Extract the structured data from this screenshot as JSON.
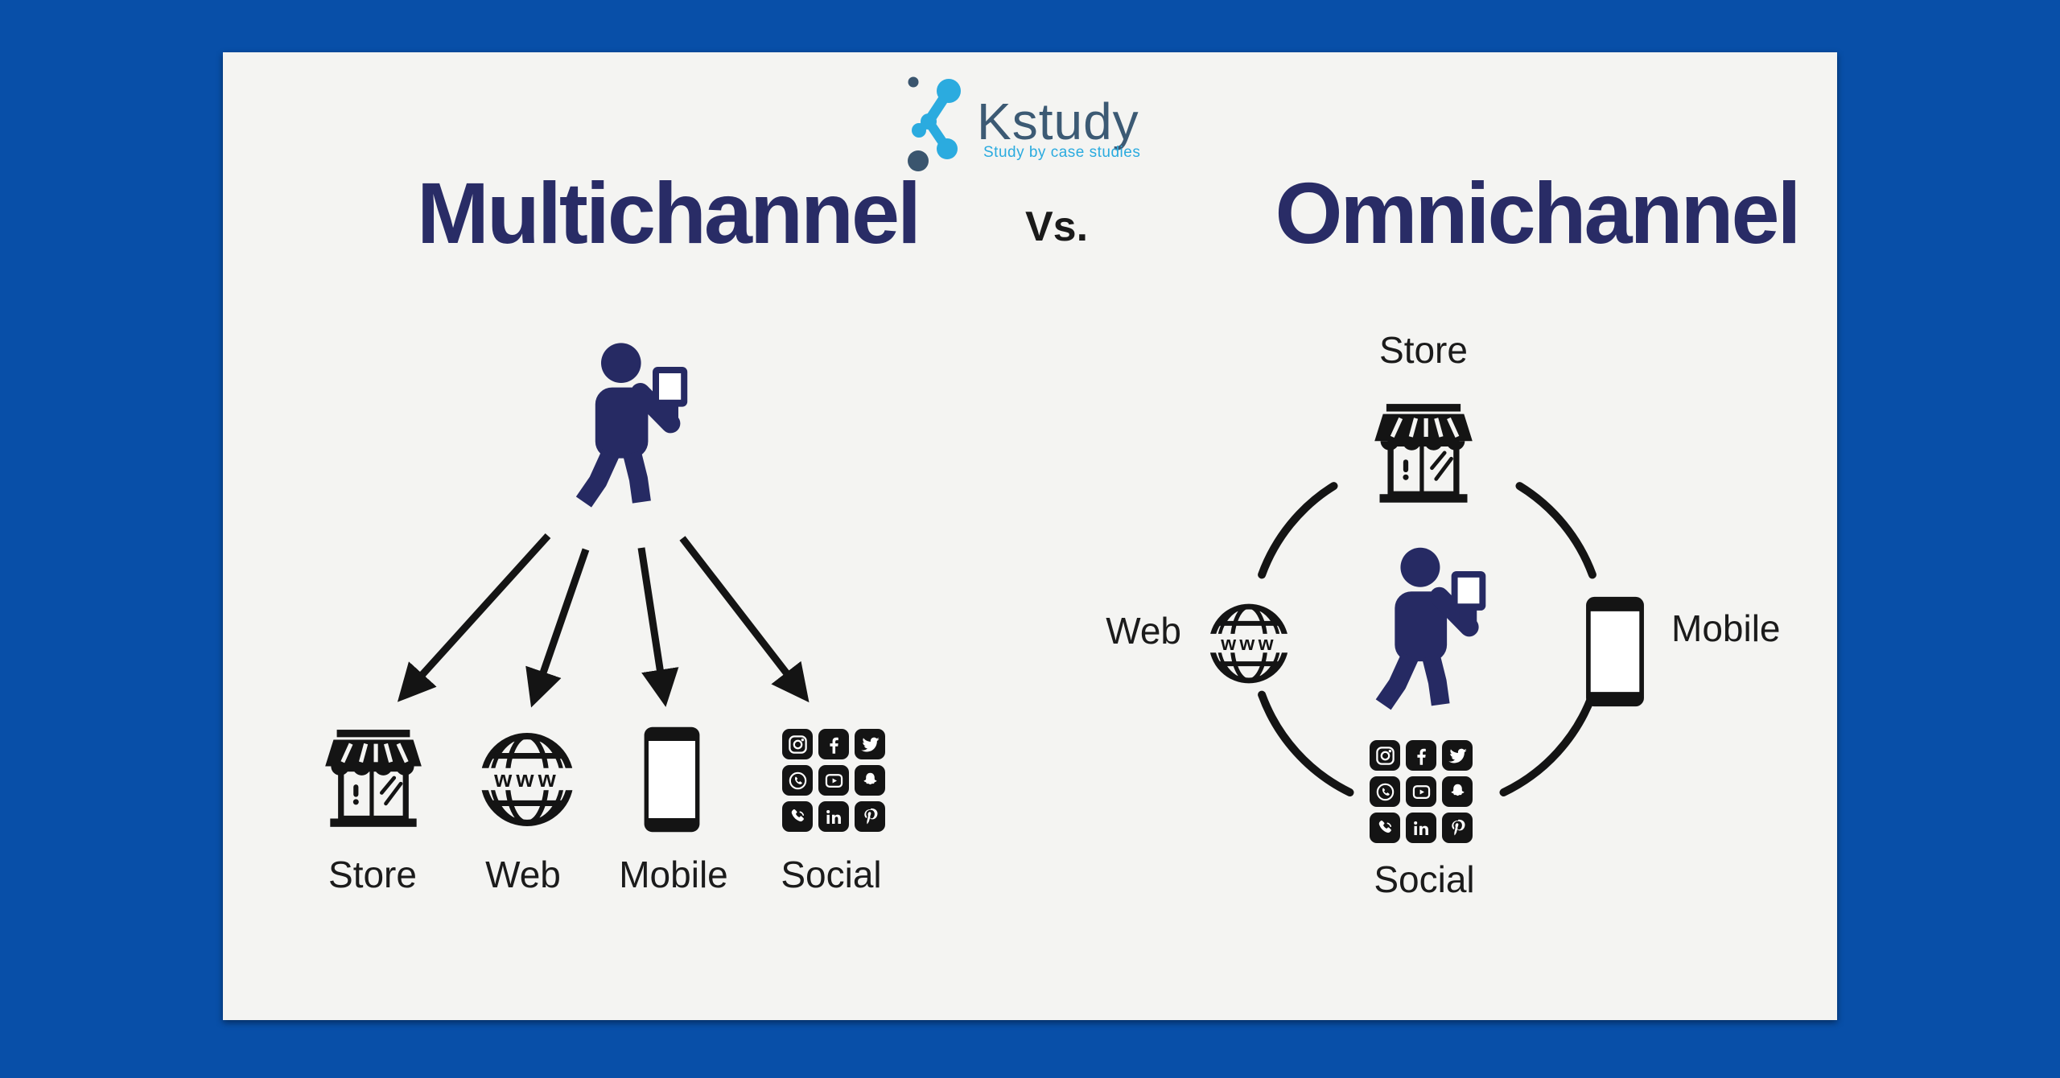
{
  "logo": {
    "name": "Kstudy",
    "tagline": "Study by case studies",
    "mark_icon": "kstudy-molecule-k-icon",
    "colors": {
      "wordmark": "#3c5a74",
      "accent": "#2babdf",
      "dark_node": "#3a556e"
    }
  },
  "headings": {
    "left": "Multichannel",
    "separator": "Vs.",
    "right": "Omnichannel",
    "color": "#292c66"
  },
  "multichannel": {
    "description": "person-with-phone icon with four arrows fanning out to separate channels",
    "channels": [
      "Store",
      "Web",
      "Mobile",
      "Social"
    ],
    "icons": [
      "storefront-icon",
      "www-globe-icon",
      "smartphone-icon",
      "social-apps-grid-icon"
    ]
  },
  "omnichannel": {
    "description": "person-with-phone icon inside a circle connecting all channels",
    "top": "Store",
    "left": "Web",
    "right": "Mobile",
    "bottom": "Social"
  },
  "social_platforms": [
    "Instagram",
    "Facebook",
    "Twitter",
    "WhatsApp",
    "YouTube",
    "Snapchat",
    "Viber",
    "LinkedIn",
    "Pinterest"
  ],
  "colors": {
    "background": "#084fa8",
    "panel": "#f4f4f2",
    "figure_navy": "#262a63",
    "icon_black": "#141414"
  }
}
